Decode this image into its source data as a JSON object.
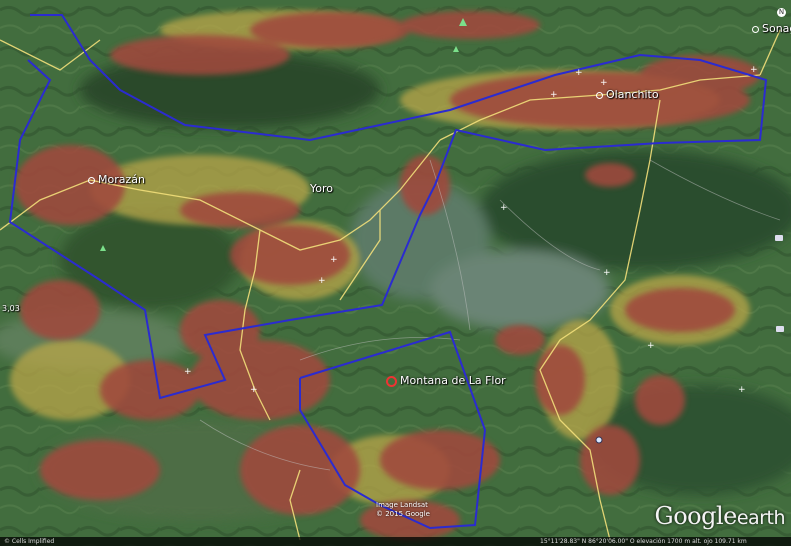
{
  "places": {
    "morazan": "Morazán",
    "yoro": "Yoro",
    "olanchito": "Olanchito",
    "sonaguera": "Sonagu",
    "montana": "Montana de La Flor",
    "edge": "3,03"
  },
  "imagery": [
    "Image Landsat",
    "© 2015 Google"
  ],
  "logo": {
    "main": "Google",
    "sub": "earth"
  },
  "status": {
    "left": "© Cells Implified",
    "right": "15°11'28.83\" N   86°20'06.00\" O   elevación  1700 m    alt. ojo 109.71 km"
  },
  "colors": {
    "region_outline": "#2b2bd0",
    "road": "#f2df7a",
    "overlay_red": "#a0483c",
    "overlay_yellow": "#b9a648"
  }
}
